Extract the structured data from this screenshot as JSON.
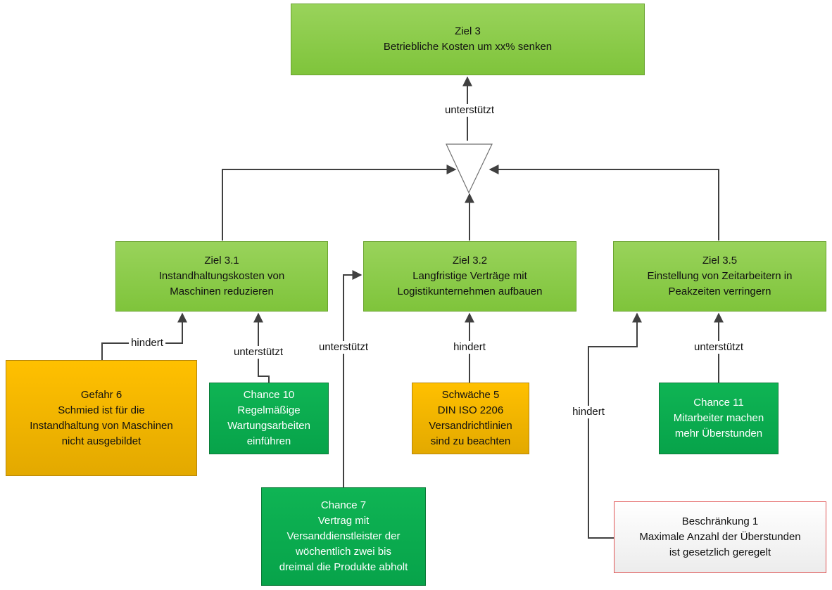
{
  "goals": {
    "z3": {
      "line1": "Ziel 3",
      "line2": "Betriebliche Kosten um xx% senken"
    },
    "z31": {
      "line1": "Ziel 3.1",
      "line2": "Instandhaltungskosten von",
      "line3": "Maschinen reduzieren"
    },
    "z32": {
      "line1": "Ziel 3.2",
      "line2": "Langfristige Verträge mit",
      "line3": "Logistikunternehmen aufbauen"
    },
    "z35": {
      "line1": "Ziel 3.5",
      "line2": "Einstellung von Zeitarbeitern in",
      "line3": "Peakzeiten verringern"
    }
  },
  "factors": {
    "gefahr6": {
      "line1": "Gefahr 6",
      "line2": "Schmied ist für die",
      "line3": "Instandhaltung von Maschinen",
      "line4": "nicht ausgebildet"
    },
    "chance10": {
      "line1": "Chance 10",
      "line2": "Regelmäßige",
      "line3": "Wartungsarbeiten",
      "line4": "einführen"
    },
    "chance7": {
      "line1": "Chance 7",
      "line2": "Vertrag mit",
      "line3": "Versanddienstleister der",
      "line4": "wöchentlich zwei bis",
      "line5": "dreimal die Produkte abholt"
    },
    "schwaeche5": {
      "line1": "Schwäche 5",
      "line2": "DIN ISO 2206",
      "line3": "Versandrichtlinien",
      "line4": "sind zu beachten"
    },
    "chance11": {
      "line1": "Chance 11",
      "line2": "Mitarbeiter machen",
      "line3": "mehr Überstunden"
    },
    "beschraenkung1": {
      "line1": "Beschränkung 1",
      "line2": "Maximale Anzahl der Überstunden",
      "line3": "ist gesetzlich geregelt"
    }
  },
  "labels": {
    "top": "unterstützt",
    "g6": "hindert",
    "c10": "unterstützt",
    "c7": "unterstützt",
    "s5": "hindert",
    "b1": "hindert",
    "c11": "unterstützt"
  },
  "colors": {
    "goal": "#8bcb4a",
    "chance": "#0aab4e",
    "risk": "#f5b700",
    "constraint_border": "#e05555",
    "connector": "#404040"
  }
}
